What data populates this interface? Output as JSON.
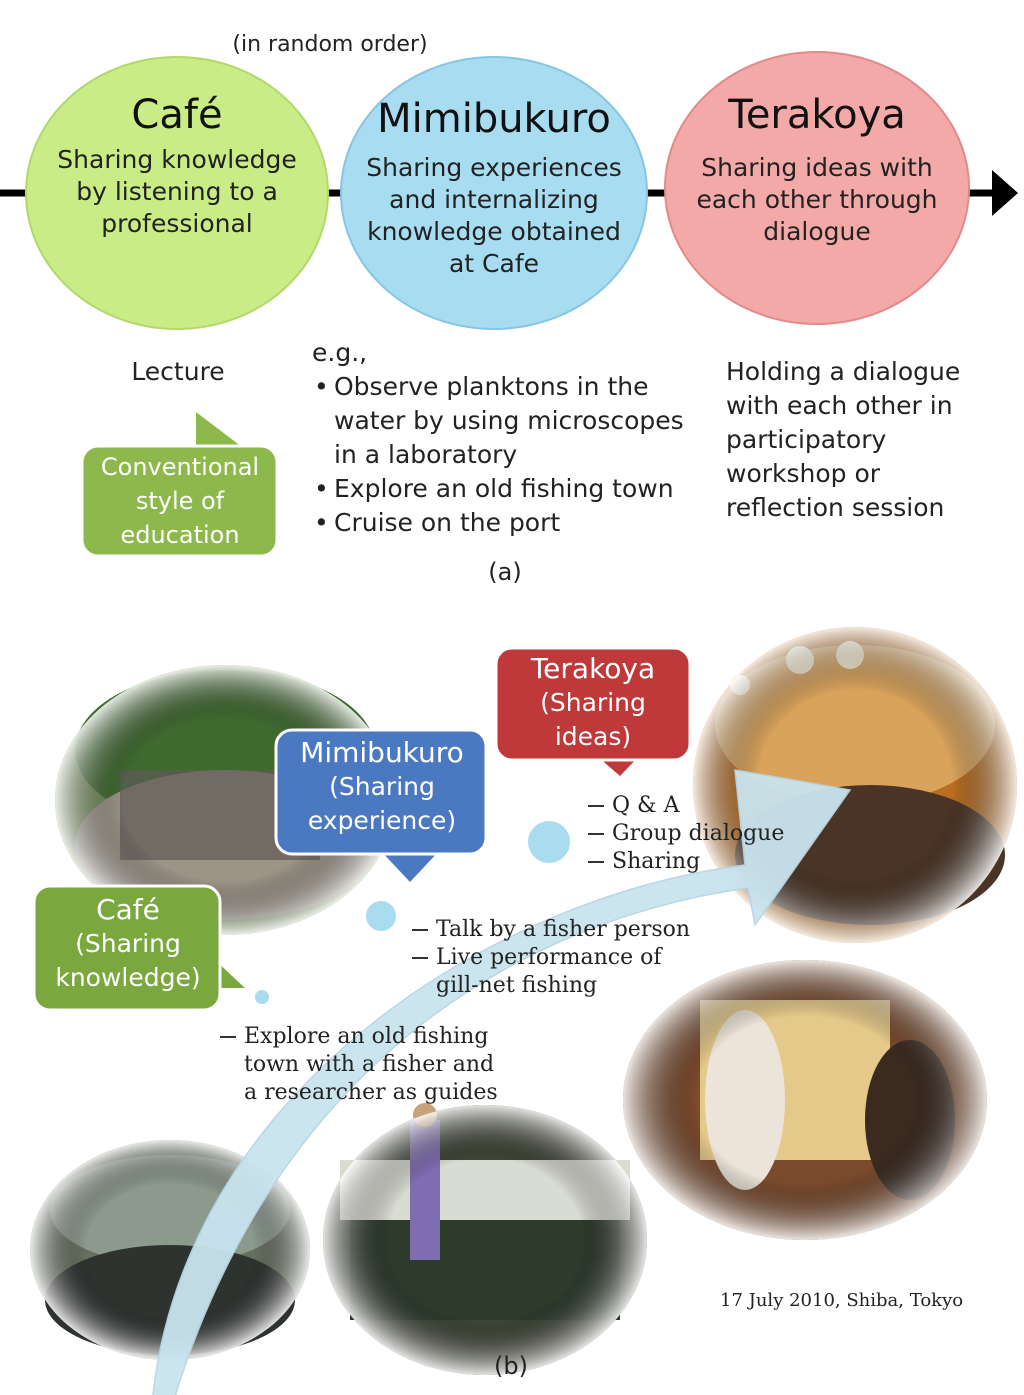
{
  "part_a": {
    "order_note": "(in random order)",
    "circles": [
      {
        "title": "Café",
        "description": "Sharing knowledge by listening to a professional",
        "color": "#c9ec86"
      },
      {
        "title": "Mimibukuro",
        "description": "Sharing experiences and internalizing knowledge obtained at Cafe",
        "color": "#a7dcf1"
      },
      {
        "title": "Terakoya",
        "description": "Sharing ideas with each other through dialogue",
        "color": "#f3a9a8"
      }
    ],
    "cafe_below": "Lecture",
    "callout": "Conventional style of education",
    "mimibukuro_below": {
      "intro": "e.g.,",
      "items": [
        "Observe planktons in the water by using microscopes in a laboratory",
        "Explore an old fishing town",
        "Cruise on the port"
      ]
    },
    "terakoya_below": "Holding a dialogue with each other in participatory workshop or reflection session",
    "label": "(a)"
  },
  "part_b": {
    "tags": [
      {
        "lines": [
          "Café",
          "(Sharing",
          "knowledge)"
        ],
        "color": "#7ba83e"
      },
      {
        "lines": [
          "Mimibukuro",
          "(Sharing",
          "experience)"
        ],
        "color": "#4b79c1"
      },
      {
        "lines": [
          "Terakoya",
          "(Sharing",
          "ideas)"
        ],
        "color": "#c0393a"
      }
    ],
    "terakoya_activities": [
      "Q & A",
      "Group dialogue",
      "Sharing"
    ],
    "mimibukuro_activities": [
      "Talk by a fisher person",
      "Live performance of gill-net fishing"
    ],
    "cafe_activities": [
      "Explore an old fishing town with a fisher and a researcher as guides"
    ],
    "photo_caption": "17 July 2010, Shiba, Tokyo",
    "label": "(b)"
  },
  "colors": {
    "arrow": "#c9e4ef",
    "node": "#a9dcee"
  }
}
